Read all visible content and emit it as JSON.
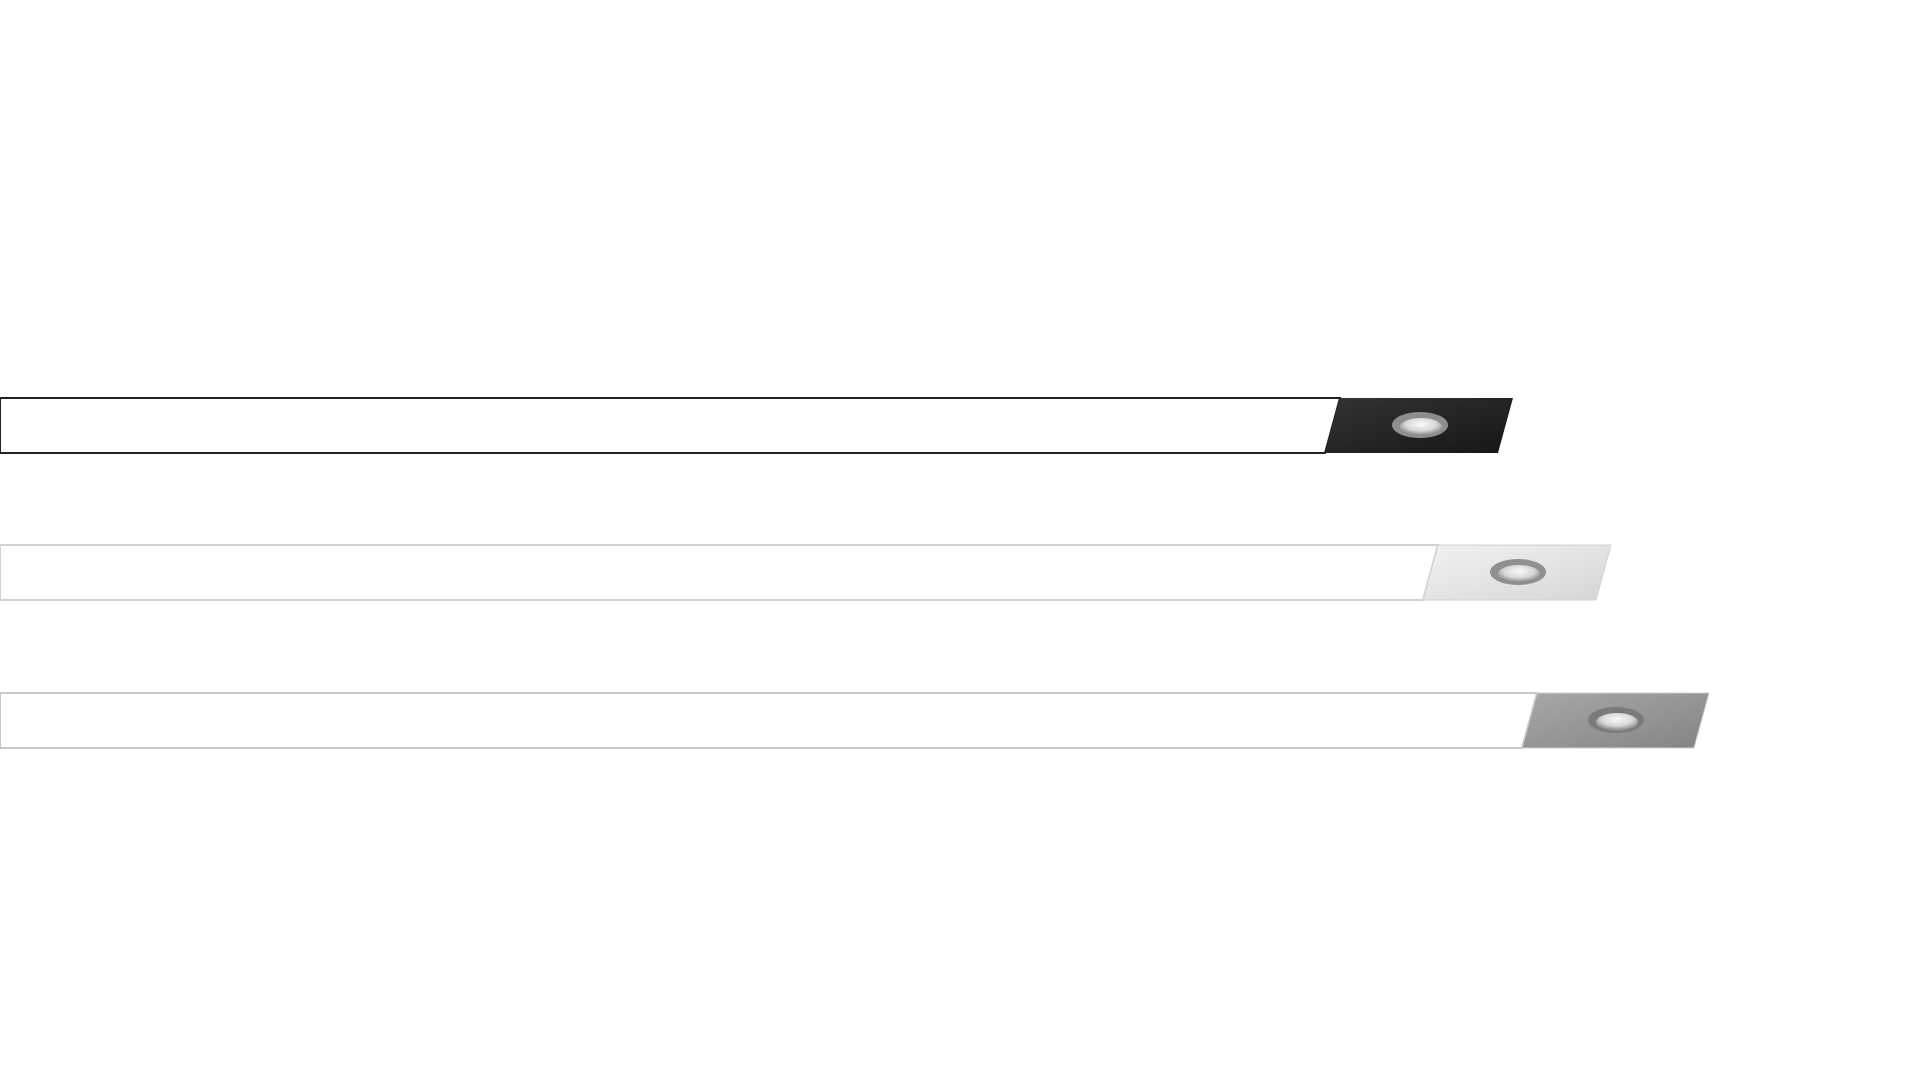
{
  "scene": {
    "description_free": true,
    "background_color": "#ffffff",
    "luminaires": [
      {
        "id": "profile-black",
        "finish": "black",
        "trim_color": "#1f1f1f",
        "trim_color_light": "#3a3a3a",
        "edge_color": "#222222",
        "diffuser_color": "#ffffff",
        "reflector_outer": "#9a9a9a",
        "reflector_inner": "#f2f2f2"
      },
      {
        "id": "profile-white",
        "finish": "white",
        "trim_color": "#dcdcdc",
        "trim_color_light": "#eeeeee",
        "edge_color": "#cfcfcf",
        "diffuser_color": "#ffffff",
        "reflector_outer": "#8e8e8e",
        "reflector_inner": "#efefef"
      },
      {
        "id": "profile-grey",
        "finish": "grey",
        "trim_color": "#8f8f8f",
        "trim_color_light": "#b2b2b2",
        "edge_color": "#c4c4c4",
        "diffuser_color": "#ffffff",
        "reflector_outer": "#7a7a7a",
        "reflector_inner": "#eeeeee"
      }
    ]
  }
}
